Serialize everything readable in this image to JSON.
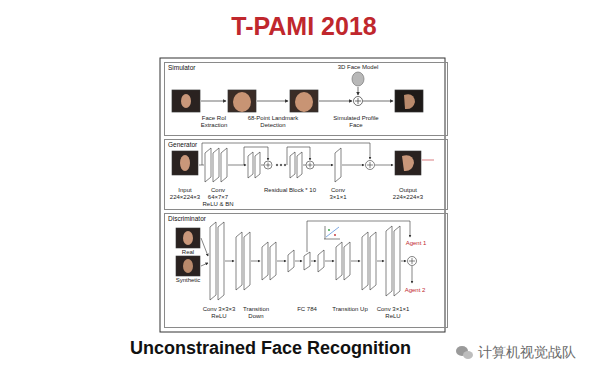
{
  "diagram": {
    "title": "T-PAMI 2018",
    "caption": "Unconstrained Face Recognition",
    "nodes": [
      {
        "text": [
          "Simulator"
        ]
      },
      {
        "text": [
          "Generator"
        ]
      },
      {
        "text": [
          "Discriminator"
        ]
      }
    ],
    "labels": [
      "3D Face Model",
      "Face RoI Extraction",
      "68-Point Landmark Detection",
      "Simulated Profile Face",
      "Input 224×224×3",
      "Conv 64×7×7 ReLU & BN",
      "Residual Block * 10",
      "Conv 3×1×1",
      "Output 224×224×3",
      "Real",
      "Synthetic",
      "Agent 1",
      "Agent 2",
      "Conv 3×3×3 ReLU",
      "Transition Down",
      "FC 784",
      "Transition Up",
      "Conv 3×1×1 ReLU",
      "计算机视觉战队"
    ]
  }
}
